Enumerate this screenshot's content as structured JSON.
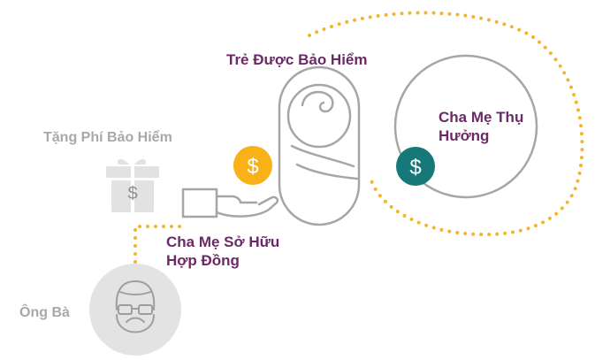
{
  "labels": {
    "child": "Trẻ Được Bảo Hiểm",
    "beneficiary": "Cha Mẹ Thụ Hưởng",
    "gift": "Tặng Phí Bảo Hiểm",
    "owner_line1": "Cha Mẹ Sở Hữu",
    "owner_line2": "Hợp Đồng",
    "grandparents": "Ông Bà"
  },
  "coins": {
    "symbol": "$",
    "gift_box_symbol": "$"
  },
  "colors": {
    "purple_text": "#6b2a67",
    "gray_text": "#a8a8a8",
    "line_gray": "#a6a6a6",
    "dotted_gold": "#f3b52f",
    "coin_gold": "#f8b116",
    "coin_teal": "#17787a",
    "grandparent_circle": "#e3e3e3",
    "gift_box": "#e2e2e2"
  },
  "icons": [
    "gift-box-icon",
    "dollar-coin-icon",
    "open-hand-icon",
    "swaddled-baby-icon",
    "grandparent-face-icon"
  ]
}
